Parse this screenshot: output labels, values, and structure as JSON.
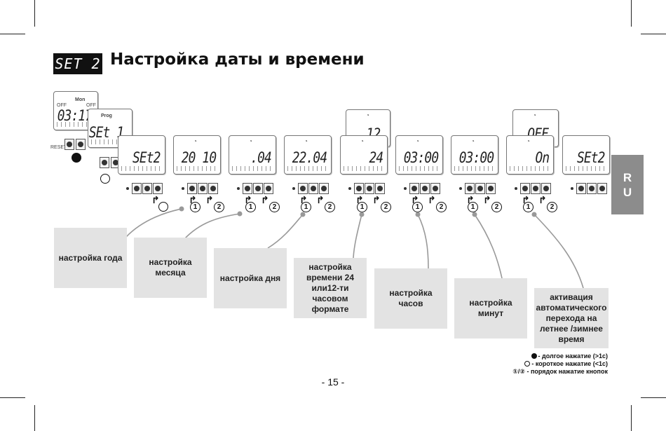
{
  "header": {
    "badge": "SET 2",
    "title": "Настройка даты и времени"
  },
  "side_tab": {
    "line1": "R",
    "line2": "U"
  },
  "top_stack": {
    "day": "Mon",
    "time": "03:17",
    "off_left": "OFF",
    "off_right": "OFF",
    "prog": "Prog",
    "set1": "SEt 1",
    "reset": "RESET"
  },
  "displays": [
    {
      "text": "SEt2"
    },
    {
      "text": "20 10"
    },
    {
      "text": ".04"
    },
    {
      "text": "22.04"
    },
    {
      "text": "24"
    },
    {
      "text": "03:00"
    },
    {
      "text": "03:00"
    },
    {
      "text": "On"
    },
    {
      "text": "SEt2"
    }
  ],
  "popup_displays": [
    {
      "text": "12"
    },
    {
      "text": "OFF"
    }
  ],
  "step_numbers": {
    "one": "1",
    "two": "2"
  },
  "labels": [
    {
      "text": "настройка года"
    },
    {
      "text": "настройка месяца"
    },
    {
      "text": "настройка дня"
    },
    {
      "text": "настройка времени 24 или12-ти часовом формате"
    },
    {
      "text": "настройка часов"
    },
    {
      "text": "настройка минут"
    },
    {
      "text": "активация автоматического перехода на летнее /зимнее время"
    }
  ],
  "legend": {
    "long": "- долгое нажатие (>1с)",
    "short": "- короткое нажатие (<1с)",
    "order": "①/② - порядок нажатие кнопок"
  },
  "page_number": "- 15 -"
}
